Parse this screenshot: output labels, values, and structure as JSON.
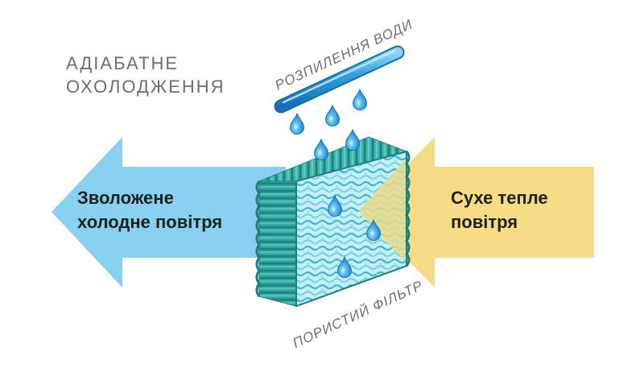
{
  "title": {
    "line1": "АДІАБАТНЕ",
    "line2": "ОХОЛОДЖЕННЯ"
  },
  "water_spray_label": "РОЗПИЛЕННЯ ВОДИ",
  "filter_label": "ПОРИСТИЙ ФІЛЬТР",
  "cold_air": {
    "line1": "Зволожене",
    "line2": "холодне повітря"
  },
  "warm_air": {
    "line1": "Сухе тепле",
    "line2": "повітря"
  },
  "colors": {
    "cold_arrow": "#89cff0",
    "warm_arrow": "#f7dc86",
    "filter_teal": "#2fa6a0",
    "filter_dark": "#1e7f7b",
    "water_drop": "#1f9be0",
    "pipe": "#2b9ed9",
    "text_gray": "#6d6e71",
    "text_dark": "#1f1f1f"
  },
  "icons": [
    "water-drop-icon",
    "spray-pipe-icon"
  ]
}
